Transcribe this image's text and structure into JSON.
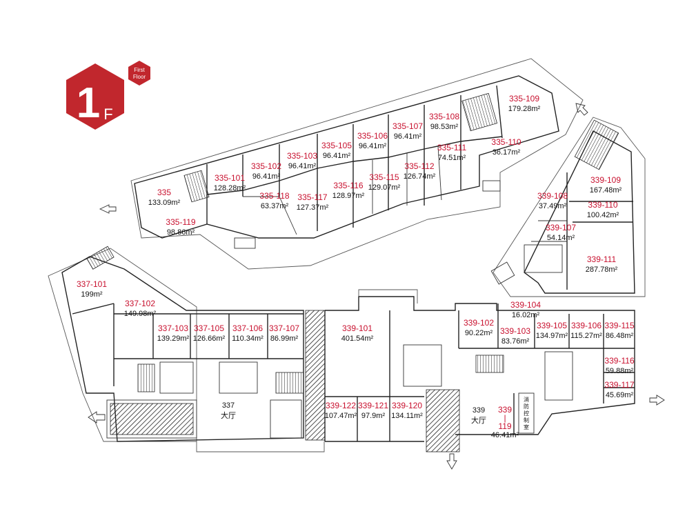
{
  "floor": {
    "number": "1",
    "suffix": "F",
    "label_line1": "First",
    "label_line2": "Floor",
    "badge_color": "#c1272d"
  },
  "units": [
    {
      "id": "u335",
      "code": "335",
      "area": "133.09m²"
    },
    {
      "id": "u335-119",
      "code": "335-119",
      "area": "98.86m²"
    },
    {
      "id": "u335-101",
      "code": "335-101",
      "area": "128.28m²"
    },
    {
      "id": "u335-102",
      "code": "335-102",
      "area": "96.41m²"
    },
    {
      "id": "u335-103",
      "code": "335-103",
      "area": "96.41m²"
    },
    {
      "id": "u335-105",
      "code": "335-105",
      "area": "96.41m²"
    },
    {
      "id": "u335-106",
      "code": "335-106",
      "area": "96.41m²"
    },
    {
      "id": "u335-107",
      "code": "335-107",
      "area": "96.41m²"
    },
    {
      "id": "u335-108",
      "code": "335-108",
      "area": "98.53m²"
    },
    {
      "id": "u335-109",
      "code": "335-109",
      "area": "179.28m²"
    },
    {
      "id": "u335-110",
      "code": "335-110",
      "area": "36.17m²"
    },
    {
      "id": "u335-111",
      "code": "335-111",
      "area": "74.51m²"
    },
    {
      "id": "u335-112",
      "code": "335-112",
      "area": "126.74m²"
    },
    {
      "id": "u335-115",
      "code": "335-115",
      "area": "129.07m²"
    },
    {
      "id": "u335-116",
      "code": "335-116",
      "area": "128.97m²"
    },
    {
      "id": "u335-117",
      "code": "335-117",
      "area": "127.37m²"
    },
    {
      "id": "u335-118",
      "code": "335-118",
      "area": "63.37m²"
    },
    {
      "id": "u337-101",
      "code": "337-101",
      "area": "199m²"
    },
    {
      "id": "u337-102",
      "code": "337-102",
      "area": "149.98m²"
    },
    {
      "id": "u337-103",
      "code": "337-103",
      "area": "139.29m²"
    },
    {
      "id": "u337-105",
      "code": "337-105",
      "area": "126.66m²"
    },
    {
      "id": "u337-106",
      "code": "337-106",
      "area": "110.34m²"
    },
    {
      "id": "u337-107",
      "code": "337-107",
      "area": "86.99m²"
    },
    {
      "id": "u339-101",
      "code": "339-101",
      "area": "401.54m²"
    },
    {
      "id": "u339-122",
      "code": "339-122",
      "area": "107.47m²"
    },
    {
      "id": "u339-121",
      "code": "339-121",
      "area": "97.9m²"
    },
    {
      "id": "u339-120",
      "code": "339-120",
      "area": "134.11m²"
    },
    {
      "id": "u339-102",
      "code": "339-102",
      "area": "90.22m²"
    },
    {
      "id": "u339-103",
      "code": "339-103",
      "area": "83.76m²"
    },
    {
      "id": "u339-104",
      "code": "339-104",
      "area": "16.02m²"
    },
    {
      "id": "u339-105",
      "code": "339-105",
      "area": "134.97m²"
    },
    {
      "id": "u339-106",
      "code": "339-106",
      "area": "115.27m²"
    },
    {
      "id": "u339-115",
      "code": "339-115",
      "area": "86.48m²"
    },
    {
      "id": "u339-116",
      "code": "339-116",
      "area": "59.88m²"
    },
    {
      "id": "u339-117",
      "code": "339-117",
      "area": "45.69m²"
    },
    {
      "id": "u339-108",
      "code": "339-108",
      "area": "37.49m²"
    },
    {
      "id": "u339-109",
      "code": "339-109",
      "area": "167.48m²"
    },
    {
      "id": "u339-110",
      "code": "339-110",
      "area": "100.42m²"
    },
    {
      "id": "u339-107",
      "code": "339-107",
      "area": "54.14m²"
    },
    {
      "id": "u339-111",
      "code": "339-111",
      "area": "287.78m²"
    },
    {
      "id": "u339-119",
      "code": "339\n|\n119",
      "area": "46.41m²"
    }
  ],
  "halls": [
    {
      "id": "hall-337",
      "code": "337",
      "name": "大厅"
    },
    {
      "id": "hall-339",
      "code": "339",
      "name": "大厅"
    }
  ],
  "control_room": "消防控制室",
  "colors": {
    "unit_code": "#c8102e",
    "walls": "#222222"
  }
}
